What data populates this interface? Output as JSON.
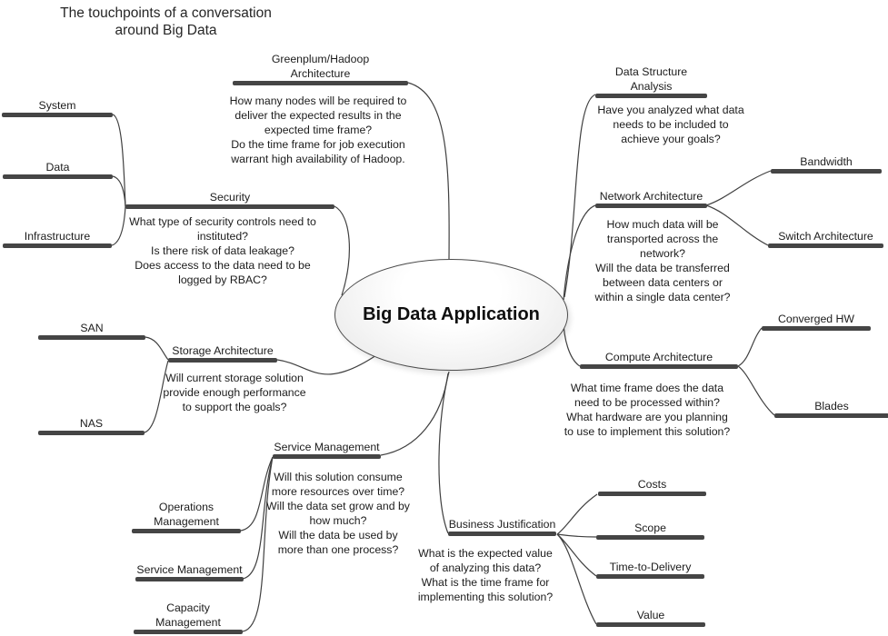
{
  "title": "The touchpoints of a conversation\naround Big Data",
  "center": {
    "label": "Big Data Application"
  },
  "nodes": {
    "greenplum": {
      "label": "Greenplum/Hadoop\nArchitecture",
      "note": "How many nodes will be required to\ndeliver the expected results in the\nexpected time frame?\nDo the time frame for job execution\nwarrant high availability of Hadoop."
    },
    "security": {
      "label": "Security",
      "note": "What type of security controls need to\ninstituted?\nIs there risk of data leakage?\nDoes access to the data need to be\nlogged by RBAC?"
    },
    "system": {
      "label": "System"
    },
    "data": {
      "label": "Data"
    },
    "infrastructure": {
      "label": "Infrastructure"
    },
    "storage": {
      "label": "Storage Architecture",
      "note": "Will current storage solution\nprovide enough performance\nto support the goals?"
    },
    "san": {
      "label": "SAN"
    },
    "nas": {
      "label": "NAS"
    },
    "service_mgmt": {
      "label": "Service Management",
      "note": "Will this solution consume\nmore resources over time?\nWill the data set grow and by\nhow much?\nWill the data be used by\nmore than one process?"
    },
    "operations_mgmt": {
      "label": "Operations\nManagement"
    },
    "service_mgmt_sub": {
      "label": "Service Management"
    },
    "capacity_mgmt": {
      "label": "Capacity\nManagement"
    },
    "data_structure": {
      "label": "Data Structure\nAnalysis",
      "note": "Have you analyzed what data\nneeds to be included to\nachieve your goals?"
    },
    "network": {
      "label": "Network Architecture",
      "note": "How much data will be\ntransported across the\nnetwork?\nWill the data be transferred\nbetween data centers or\nwithin a single data center?"
    },
    "bandwidth": {
      "label": "Bandwidth"
    },
    "switch": {
      "label": "Switch Architecture"
    },
    "compute": {
      "label": "Compute Architecture",
      "note": "What time frame does the data\nneed to be processed within?\nWhat hardware are you planning\nto use to implement this solution?"
    },
    "converged": {
      "label": "Converged HW"
    },
    "blades": {
      "label": "Blades"
    },
    "business": {
      "label": "Business Justification",
      "note": "What is the expected value\nof analyzing this data?\nWhat is the time frame for\nimplementing this solution?"
    },
    "costs": {
      "label": "Costs"
    },
    "scope": {
      "label": "Scope"
    },
    "time_to_delivery": {
      "label": "Time-to-Delivery"
    },
    "value": {
      "label": "Value"
    }
  },
  "colors": {
    "connector": "#404040",
    "node_bar": "#454545",
    "background": "#ffffff"
  }
}
